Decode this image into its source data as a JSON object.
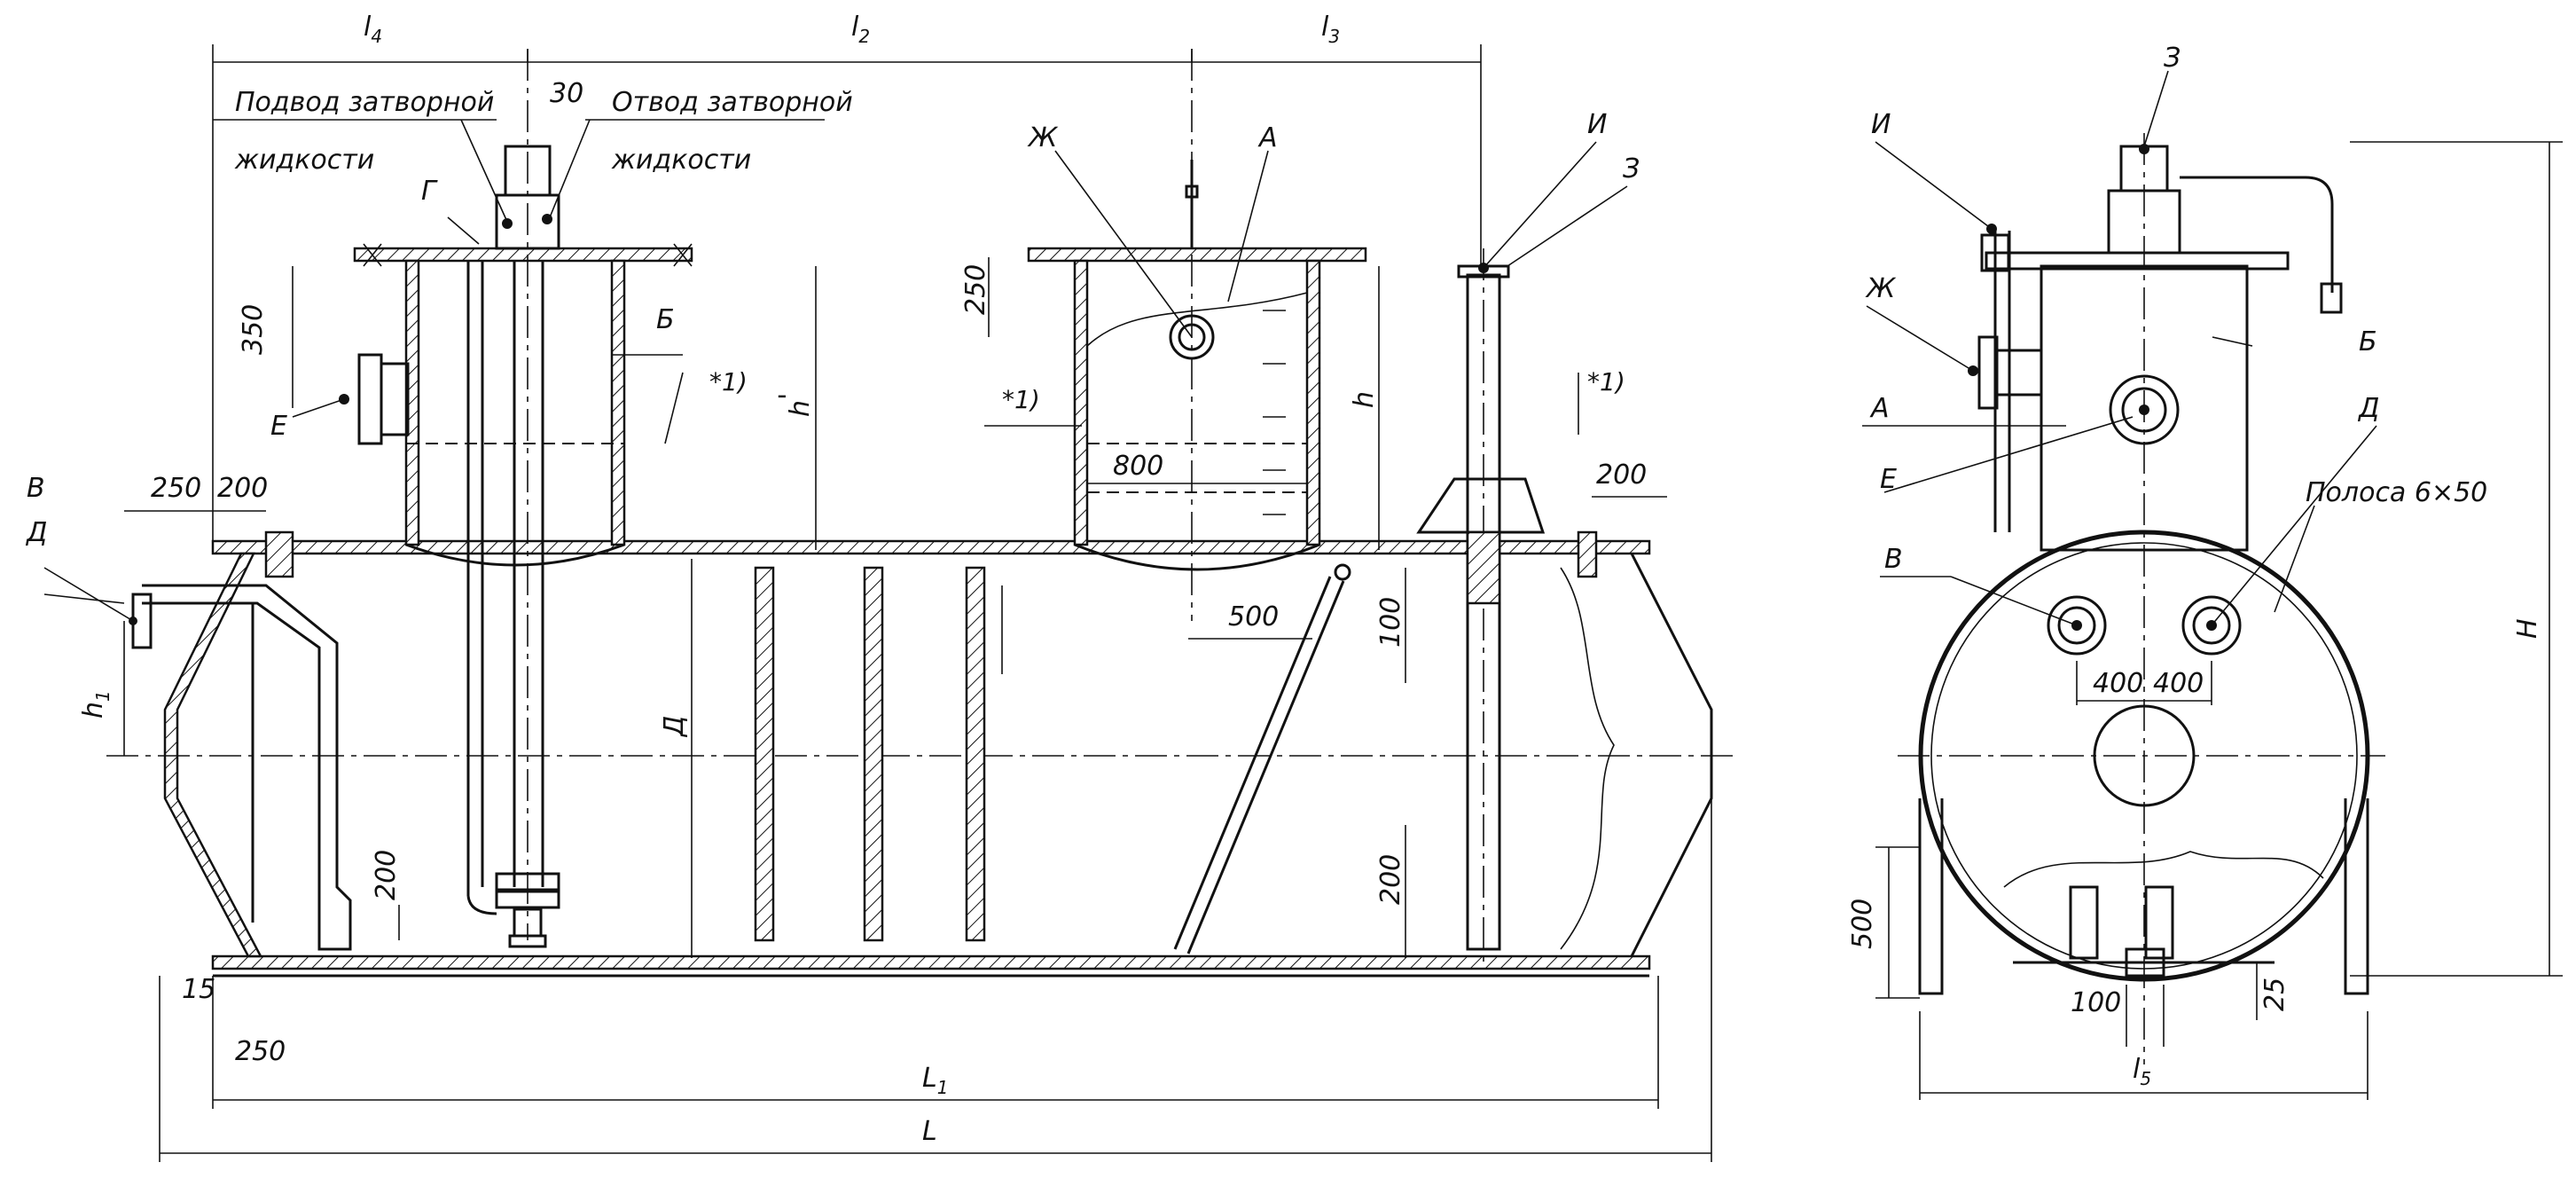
{
  "dimensions": {
    "l4": "l",
    "l4_sub": "4",
    "l2": "l",
    "l2_sub": "2",
    "l3": "l",
    "l3_sub": "3",
    "l1": "L",
    "l1_sub": "1",
    "L": "L",
    "l5": "l",
    "l5_sub": "5",
    "h1": "h",
    "h1_sub": "1",
    "h_left": "h",
    "h_left_mark": "'",
    "h_right": "h",
    "D": "Д",
    "H": "H",
    "d30": "30",
    "d350": "350",
    "d250_top": "250",
    "d250_left": "250",
    "d200_left": "200",
    "d200_right": "200",
    "d800": "800",
    "d500_mid": "500",
    "d100_mid": "100",
    "d200_mid": "200",
    "d200_bottom": "200",
    "d15": "15",
    "d250_bottom": "250",
    "d400_l": "400",
    "d400_r": "400",
    "d500_side": "500",
    "d100_side": "100",
    "d25": "25"
  },
  "labels": {
    "supply_line1": "Подвод затворной",
    "supply_line2": "жидкости",
    "drain_line1": "Отвод затворной",
    "drain_line2": "жидкости",
    "G": "Г",
    "E": "Е",
    "B_left": "В",
    "D_left": "Д",
    "Zh_front": "Ж",
    "A_front": "А",
    "B_front": "Б",
    "I_front": "И",
    "Z_front": "З",
    "note1_left": "*1)",
    "note1_mid": "*1)",
    "note1_right": "*1)",
    "Z_side": "З",
    "I_side": "И",
    "Zh_side": "Ж",
    "A_side": "А",
    "E_side": "Е",
    "V_side": "В",
    "D_side": "Д",
    "B_side": "Б",
    "strip": "Полоса 6×50"
  }
}
